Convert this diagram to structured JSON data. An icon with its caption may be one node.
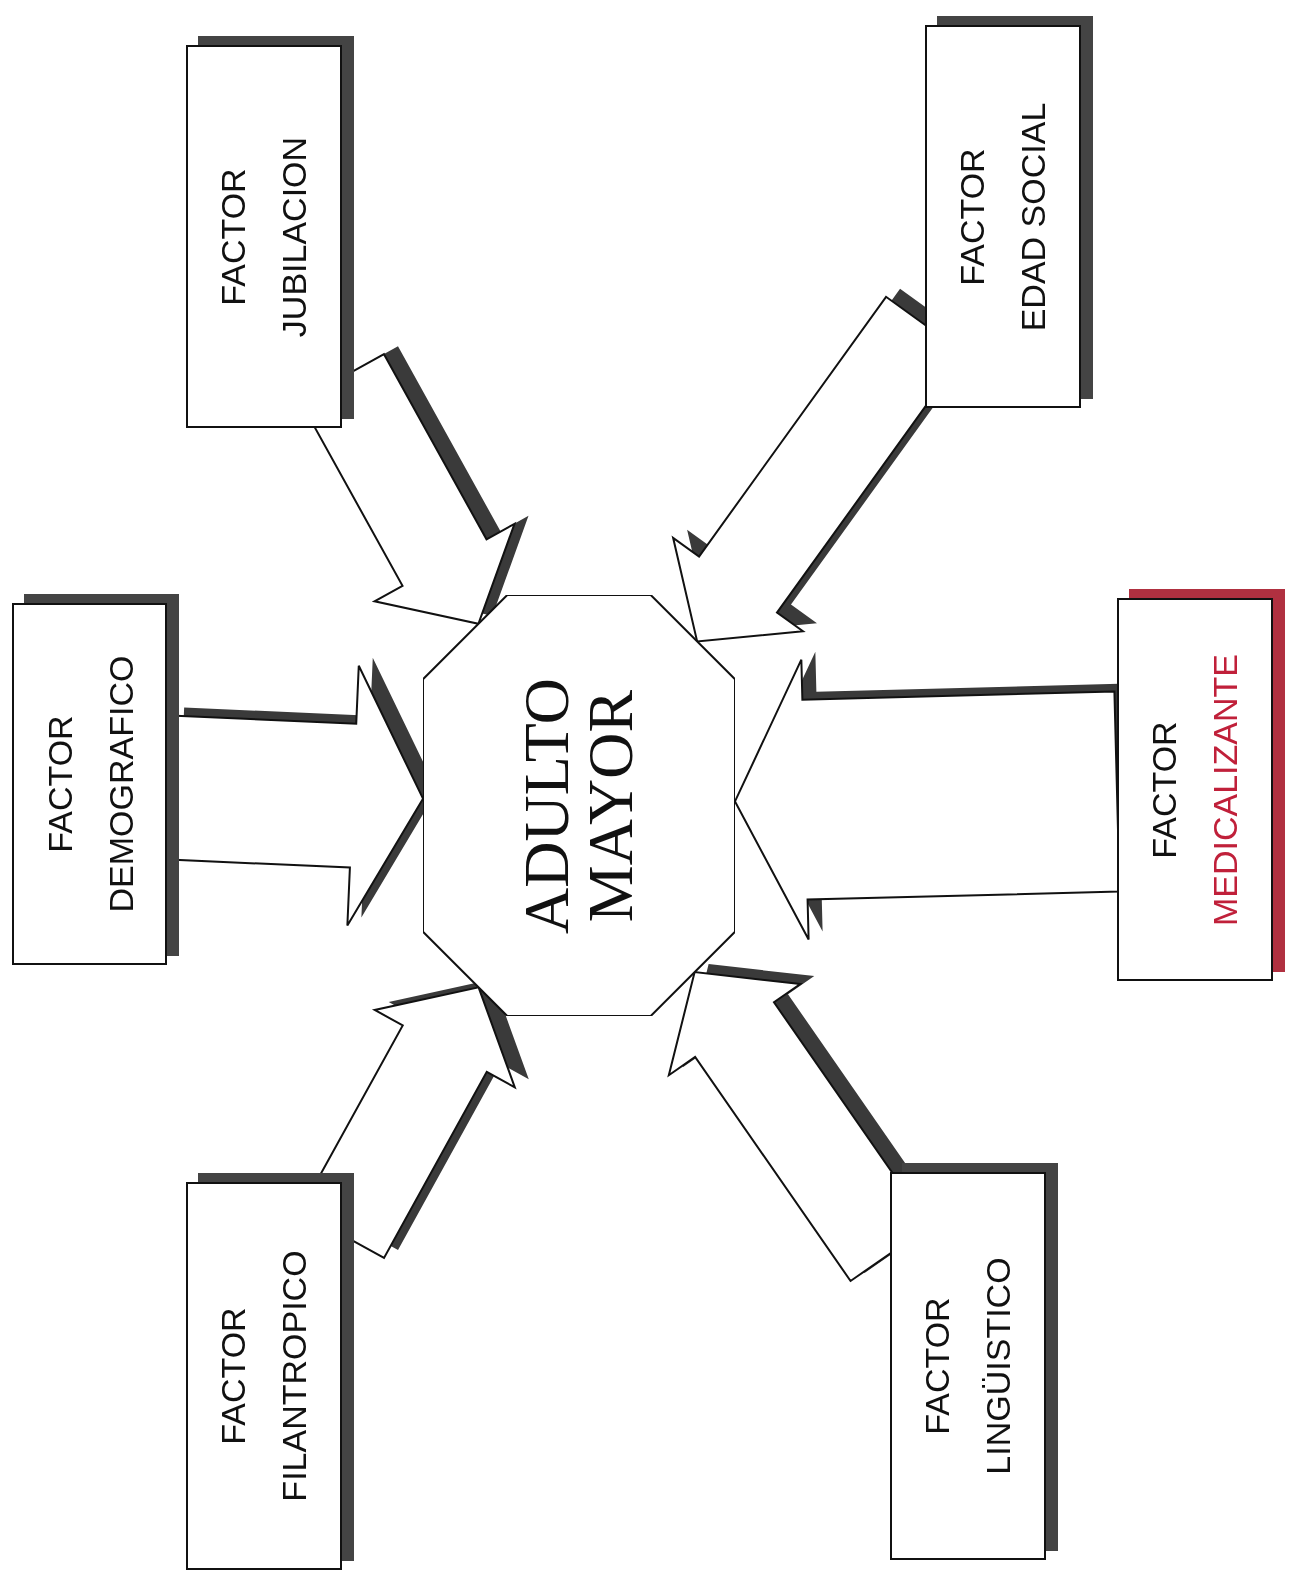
{
  "diagram": {
    "nodes": [
      {
        "text": [
          "FACTOR",
          "DEMOGRAFICO"
        ]
      },
      {
        "text": [
          "FACTOR",
          "JUBILACION"
        ]
      },
      {
        "text": [
          "FACTOR",
          "FILANTROPICO"
        ]
      },
      {
        "text": [
          "ADULTO MAYOR"
        ]
      },
      {
        "text": [
          "FACTOR",
          "EDAD SOCIAL"
        ]
      },
      {
        "text": [
          "FACTOR",
          "MEDICALIZANTE"
        ]
      },
      {
        "text": [
          "FACTOR",
          "LINGÜISTICO"
        ]
      }
    ],
    "edges": [
      {
        "from": 0,
        "to": 3,
        "arrow": "to"
      },
      {
        "from": 1,
        "to": 3,
        "arrow": "to"
      },
      {
        "from": 2,
        "to": 3,
        "arrow": "to"
      },
      {
        "from": 4,
        "to": 3,
        "arrow": "to"
      },
      {
        "from": 5,
        "to": 3,
        "arrow": "to"
      },
      {
        "from": 6,
        "to": 3,
        "arrow": "to"
      }
    ]
  }
}
